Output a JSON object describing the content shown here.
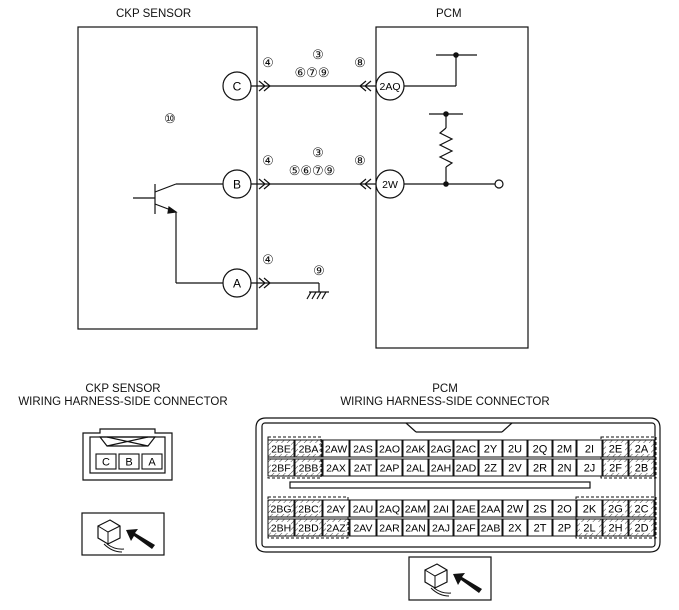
{
  "wiring": {
    "ckp_title": "CKP SENSOR",
    "pcm_title": "PCM",
    "pin_c": "C",
    "pin_b": "B",
    "pin_a": "A",
    "term_2aq": "2AQ",
    "term_2w": "2W",
    "c_left": "④",
    "c_mid_top": "③",
    "c_mid_bottom": "⑥⑦⑨",
    "c_right": "⑧",
    "b_left": "④",
    "b_mid_top": "③",
    "b_mid_bottom": "⑤⑥⑦⑨",
    "b_right": "⑧",
    "a_left": "④",
    "a_ground": "⑨",
    "sensor_note": "⑩"
  },
  "connectors": {
    "ckp_title_line1": "CKP SENSOR",
    "ckp_title_line2": "WIRING HARNESS-SIDE CONNECTOR",
    "pcm_title_line1": "PCM",
    "pcm_title_line2": "WIRING HARNESS-SIDE CONNECTOR",
    "ckp_pins": [
      "C",
      "B",
      "A"
    ],
    "pcm_rows": [
      [
        "2BE",
        "2BA",
        "2AW",
        "2AS",
        "2AO",
        "2AK",
        "2AG",
        "2AC",
        "2Y",
        "2U",
        "2Q",
        "2M",
        "2I",
        "2E",
        "2A"
      ],
      [
        "2BF",
        "2BB",
        "2AX",
        "2AT",
        "2AP",
        "2AL",
        "2AH",
        "2AD",
        "2Z",
        "2V",
        "2R",
        "2N",
        "2J",
        "2F",
        "2B"
      ],
      [
        "2BG",
        "2BC",
        "2AY",
        "2AU",
        "2AQ",
        "2AM",
        "2AI",
        "2AE",
        "2AA",
        "2W",
        "2S",
        "2O",
        "2K",
        "2G",
        "2C"
      ],
      [
        "2BH",
        "2BD",
        "2AZ",
        "2AV",
        "2AR",
        "2AN",
        "2AJ",
        "2AF",
        "2AB",
        "2X",
        "2T",
        "2P",
        "2L",
        "2H",
        "2D"
      ]
    ]
  }
}
